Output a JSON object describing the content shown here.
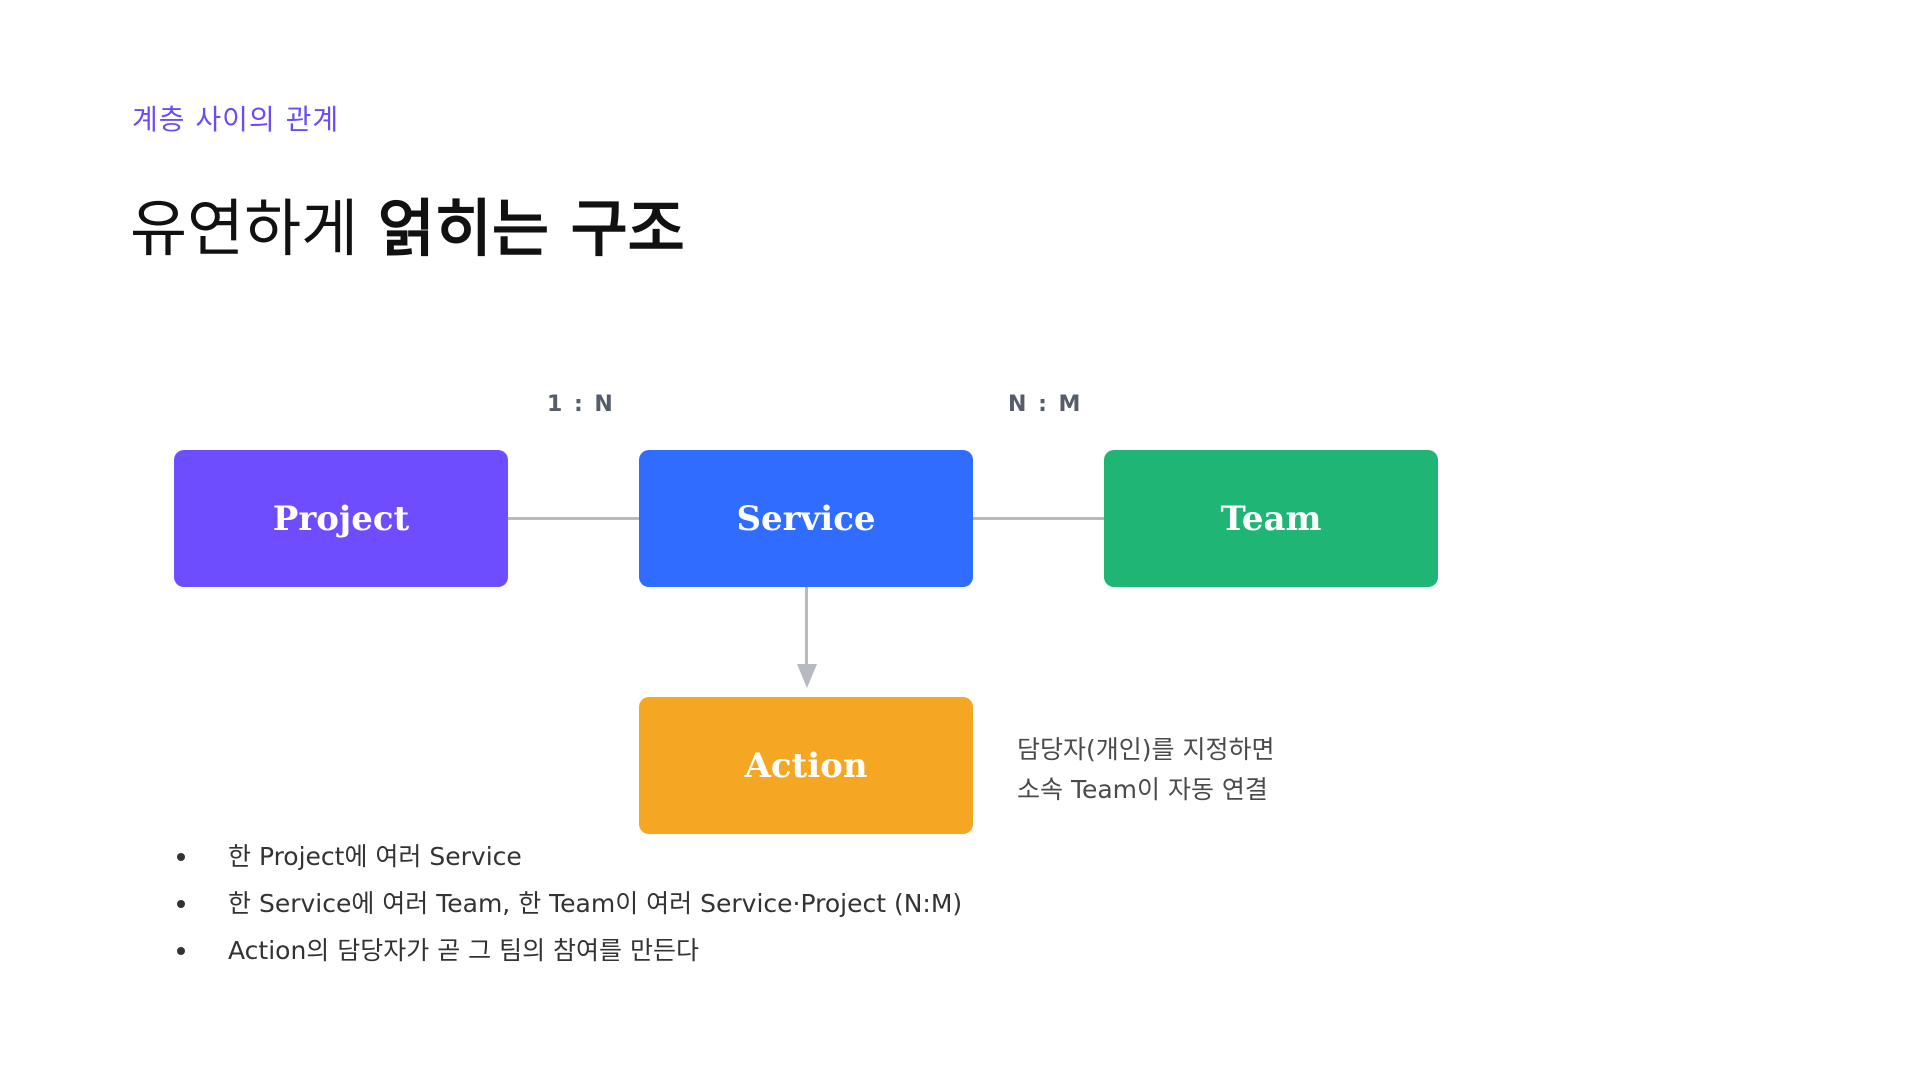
{
  "header": {
    "eyebrow": "계층 사이의 관계",
    "title_light": "유연하게",
    "title_bold": "얽히는 구조"
  },
  "diagram": {
    "nodes": {
      "project": "Project",
      "service": "Service",
      "team": "Team",
      "action": "Action"
    },
    "relations": {
      "project_service": "1 : N",
      "service_team": "N : M"
    },
    "note": {
      "line1": "담당자(개인)를 지정하면",
      "line2": "소속 Team이 자동 연결"
    },
    "colors": {
      "project": "#6e4cff",
      "service": "#2f6cff",
      "team": "#1fb574",
      "action": "#f5a623",
      "accent": "#6b4cf6",
      "connector": "#b7bac0"
    }
  },
  "bullets": [
    "한 Project에 여러 Service",
    "한 Service에 여러 Team, 한 Team이 여러 Service·Project (N:M)",
    "Action의 담당자가 곧 그 팀의 참여를 만든다"
  ]
}
